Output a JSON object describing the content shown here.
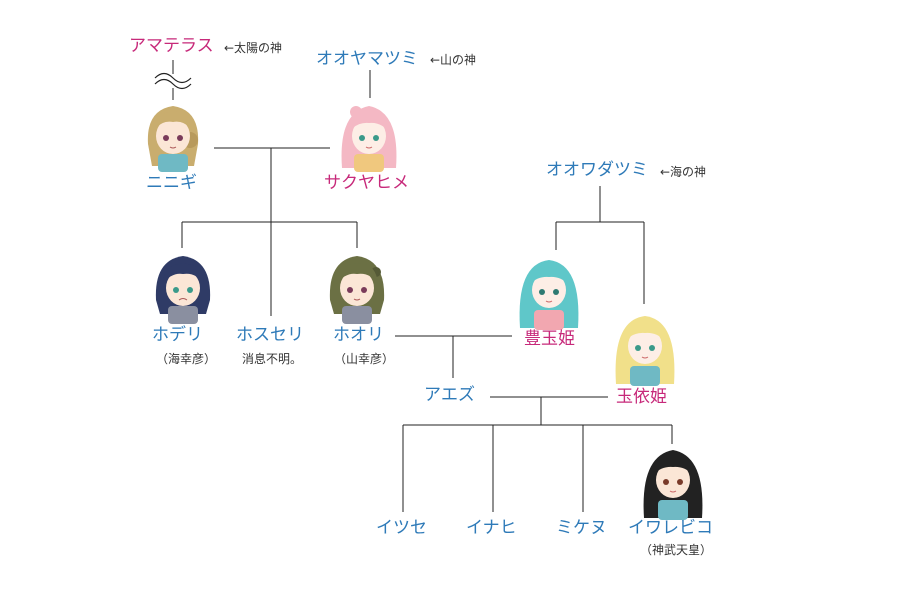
{
  "colors": {
    "male_name": "#2e7ab8",
    "female_name": "#c7297a",
    "note": "#333333",
    "line": "#222222"
  },
  "people": {
    "amaterasu": {
      "name": "アマテラス",
      "note": "←太陽の神"
    },
    "ooyamatsumi": {
      "name": "オオヤマツミ",
      "note": "←山の神"
    },
    "ninigi": {
      "name": "ニニギ",
      "avatar": "blonde-man-avatar"
    },
    "sakuyahime": {
      "name": "サクヤヒメ",
      "avatar": "pink-haired-woman-avatar"
    },
    "oowadatsumi": {
      "name": "オオワダツミ",
      "note": "←海の神"
    },
    "hoderi": {
      "name": "ホデリ",
      "sub": "（海幸彦）",
      "avatar": "navy-haired-man-avatar"
    },
    "hosuseri": {
      "name": "ホスセリ",
      "sub": "消息不明。"
    },
    "hoori": {
      "name": "ホオリ",
      "sub": "（山幸彦）",
      "avatar": "green-haired-man-avatar"
    },
    "toyotamahime": {
      "name": "豊玉姫",
      "avatar": "teal-haired-woman-avatar"
    },
    "tamayorihime": {
      "name": "玉依姫",
      "avatar": "blonde-woman-avatar"
    },
    "aezu": {
      "name": "アエズ"
    },
    "itsuse": {
      "name": "イツセ"
    },
    "inahi": {
      "name": "イナヒ"
    },
    "mikenu": {
      "name": "ミケヌ"
    },
    "iwarebiko": {
      "name": "イワレビコ",
      "sub": "（神武天皇）",
      "avatar": "black-haired-woman-avatar"
    }
  }
}
